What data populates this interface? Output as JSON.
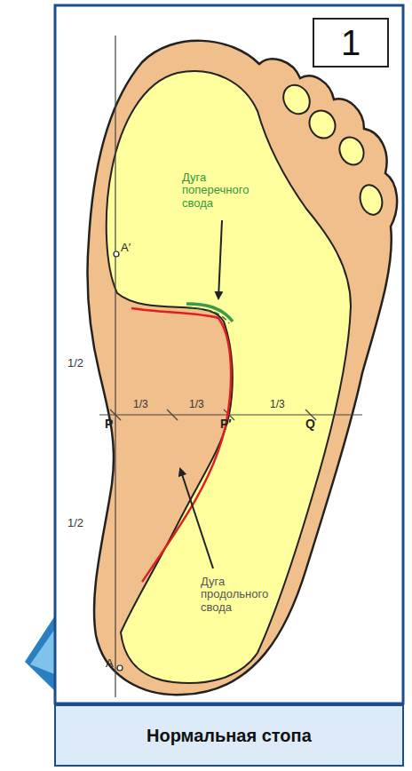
{
  "diagram": {
    "caption": "Нормальная стопа",
    "nodes": [
      {
        "text": [
          "1"
        ]
      }
    ],
    "labels": [
      "Дуга поперечного свода",
      "Дуга продольного свода",
      "1/2",
      "1/2",
      "1/3",
      "1/3",
      "1/3",
      "P",
      "P′",
      "Q",
      "A′",
      "A"
    ]
  }
}
